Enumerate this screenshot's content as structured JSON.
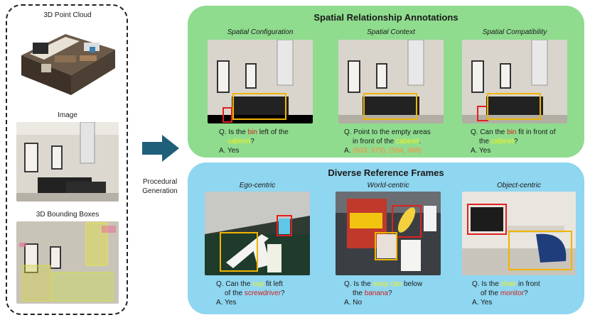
{
  "left": {
    "pointcloud_label": "3D Point Cloud",
    "image_label": "Image",
    "bbox_label": "3D Bounding Boxes"
  },
  "arrow": {
    "line1": "Procedural",
    "line2": "Generation"
  },
  "spatial": {
    "title": "Spatial Relationship Annotations",
    "cols": [
      {
        "title": "Spatial Configuration",
        "q_pre": "Q. Is the ",
        "q_hl1": "bin",
        "q_mid": " left of the",
        "q_hl2": "cabinet",
        "q_post": "?",
        "answer": "A. Yes"
      },
      {
        "title": "Spatial Context",
        "q_line1": "Q. Point to the empty areas",
        "q_pre2": "in front of the ",
        "q_hl": "cabinet",
        "q_post": ".",
        "a_pre": "A. ",
        "a_hl": "(603, 979), (594, 988)"
      },
      {
        "title": "Spatial Compatibility",
        "q_pre": "Q. Can the ",
        "q_hl1": "bin",
        "q_mid": " fit in front of",
        "q_pre2": "the ",
        "q_hl2": "cabinet",
        "q_post": "?",
        "answer": "A. Yes"
      }
    ]
  },
  "frames": {
    "title": "Diverse Reference Frames",
    "cols": [
      {
        "title": "Ego-centric",
        "q_pre": "Q. Can the ",
        "q_hl1": "cup",
        "q_mid": " fit left",
        "q_pre2": "of the ",
        "q_hl2": "screwdriver",
        "q_post": "?",
        "answer": "A. Yes"
      },
      {
        "title": "World-centric",
        "q_pre": "Q. Is the ",
        "q_hl1": "soup can",
        "q_mid": " below",
        "q_pre2": "the ",
        "q_hl2": "banana",
        "q_post": "?",
        "answer": "A. No"
      },
      {
        "title": "Object-centric",
        "q_pre": "Q. Is the ",
        "q_hl1": "chair",
        "q_mid": " in front",
        "q_pre2": "of the ",
        "q_hl2": "monitor",
        "q_post": "?",
        "answer": "A. Yes"
      }
    ]
  },
  "colors": {
    "green_panel": "#8fdc8f",
    "blue_panel": "#8fd6f0",
    "arrow": "#1f5f7a",
    "box_red": "#e02020",
    "box_yellow": "#f0b400"
  }
}
